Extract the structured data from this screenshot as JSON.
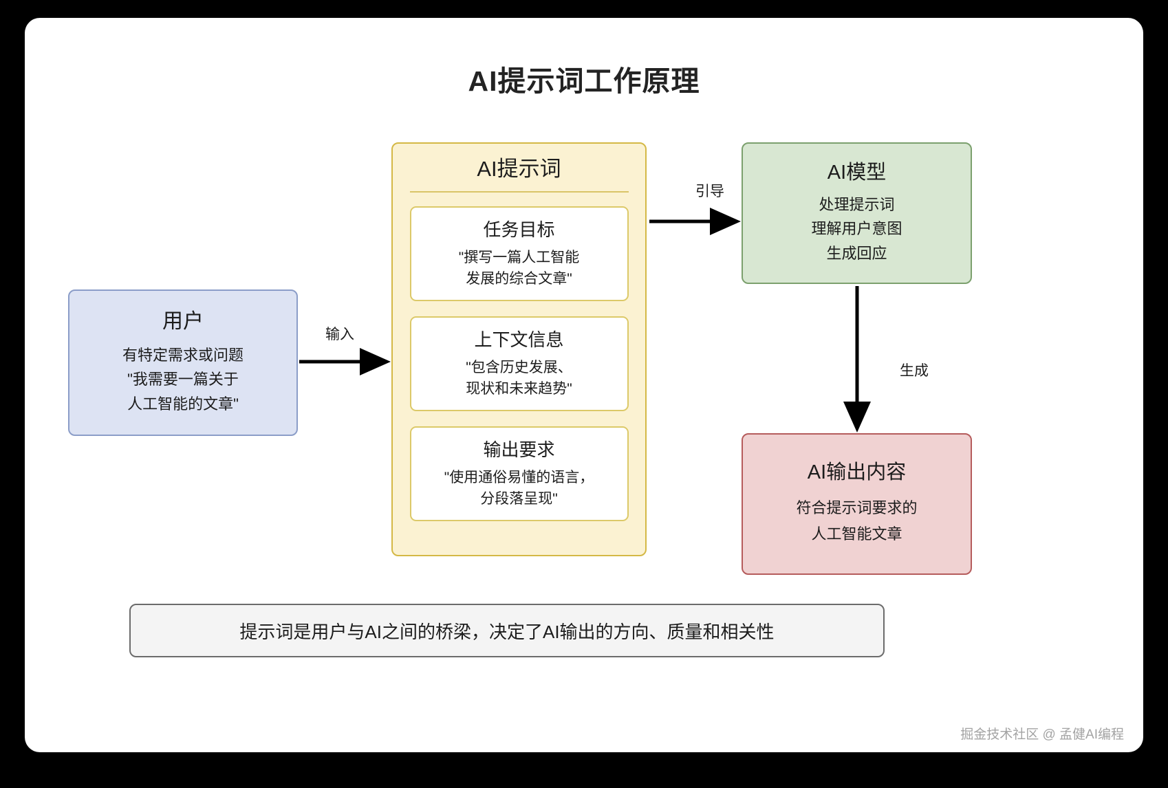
{
  "page": {
    "title": "AI提示词工作原理",
    "background": "#000000",
    "canvas_color": "#ffffff"
  },
  "nodes": {
    "user": {
      "title": "用户",
      "lines": [
        "有特定需求或问题",
        "\"我需要一篇关于",
        "人工智能的文章\""
      ],
      "fill": "#dde3f3",
      "stroke": "#8b9dc8"
    },
    "prompt": {
      "title": "AI提示词",
      "fill": "#fbf2d2",
      "stroke": "#d4b845",
      "cards": [
        {
          "title": "任务目标",
          "lines": [
            "\"撰写一篇人工智能",
            "发展的综合文章\""
          ]
        },
        {
          "title": "上下文信息",
          "lines": [
            "\"包含历史发展、",
            "现状和未来趋势\""
          ]
        },
        {
          "title": "输出要求",
          "lines": [
            "\"使用通俗易懂的语言，",
            "分段落呈现\""
          ]
        }
      ]
    },
    "model": {
      "title": "AI模型",
      "lines": [
        "处理提示词",
        "理解用户意图",
        "生成回应"
      ],
      "fill": "#d8e7d2",
      "stroke": "#7ba06d"
    },
    "output": {
      "title": "AI输出内容",
      "lines": [
        "符合提示词要求的",
        "人工智能文章"
      ],
      "fill": "#f0d2d2",
      "stroke": "#b55b5b"
    }
  },
  "edges": {
    "user_to_prompt": "输入",
    "prompt_to_model": "引导",
    "model_to_output": "生成"
  },
  "summary": {
    "text": "提示词是用户与AI之间的桥梁，决定了AI输出的方向、质量和相关性",
    "fill": "#f4f4f4",
    "stroke": "#6b6b6b"
  },
  "watermark": {
    "text": "掘金技术社区 @ 孟健AI编程",
    "color": "#a3a3a3"
  }
}
